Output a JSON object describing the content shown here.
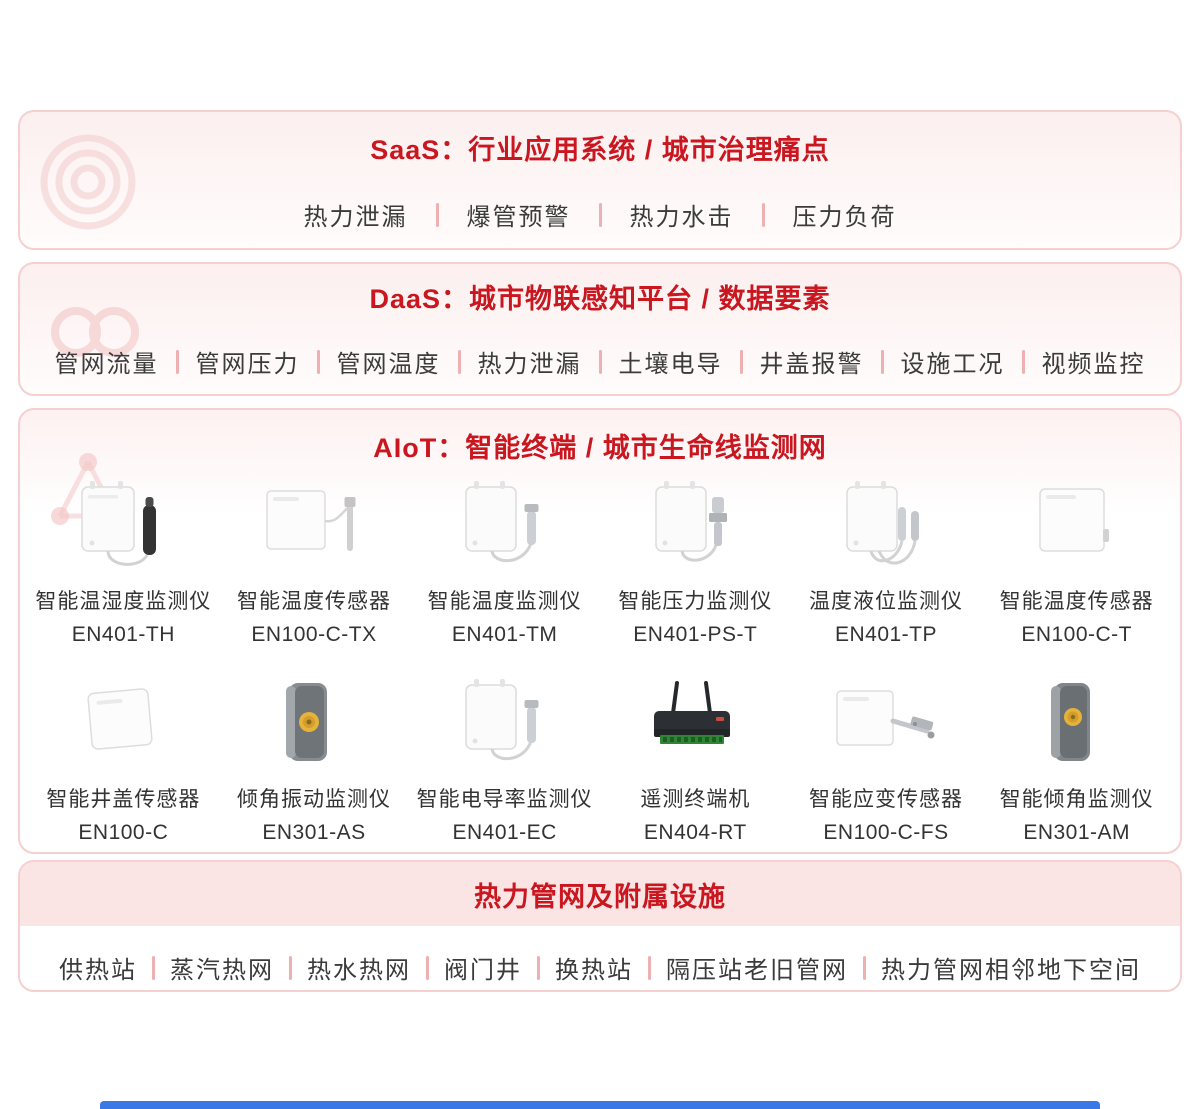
{
  "colors": {
    "accent_red": "#c9161f",
    "box_border_pink": "#f6cfcf",
    "box_bg_pink": "#fcefef",
    "header_band_pink": "#fae4e4",
    "separator_pink": "#eeb0b0",
    "text_dark": "#3b3b3b",
    "footer_bar_blue": "#3a78e7"
  },
  "icons": {
    "saas_watermark": "target-spiral-icon",
    "daas_watermark": "infinity-icon",
    "aiot_watermark": "network-nodes-icon"
  },
  "sections": {
    "saas": {
      "title": "SaaS：行业应用系统 / 城市治理痛点",
      "items": [
        "热力泄漏",
        "爆管预警",
        "热力水击",
        "压力负荷"
      ]
    },
    "daas": {
      "title": "DaaS：城市物联感知平台 / 数据要素",
      "items": [
        "管网流量",
        "管网压力",
        "管网温度",
        "热力泄漏",
        "土壤电导",
        "井盖报警",
        "设施工况",
        "视频监控"
      ]
    },
    "aiot": {
      "title": "AIoT：智能终端 / 城市生命线监测网",
      "products": [
        {
          "name": "智能温湿度监测仪",
          "model": "EN401-TH"
        },
        {
          "name": "智能温度传感器",
          "model": "EN100-C-TX"
        },
        {
          "name": "智能温度监测仪",
          "model": "EN401-TM"
        },
        {
          "name": "智能压力监测仪",
          "model": "EN401-PS-T"
        },
        {
          "name": "温度液位监测仪",
          "model": "EN401-TP"
        },
        {
          "name": "智能温度传感器",
          "model": "EN100-C-T"
        },
        {
          "name": "智能井盖传感器",
          "model": "EN100-C"
        },
        {
          "name": "倾角振动监测仪",
          "model": "EN301-AS"
        },
        {
          "name": "智能电导率监测仪",
          "model": "EN401-EC"
        },
        {
          "name": "遥测终端机",
          "model": "EN404-RT"
        },
        {
          "name": "智能应变传感器",
          "model": "EN100-C-FS"
        },
        {
          "name": "智能倾角监测仪",
          "model": "EN301-AM"
        }
      ]
    },
    "facilities": {
      "title": "热力管网及附属设施",
      "items": [
        "供热站",
        "蒸汽热网",
        "热水热网",
        "阀门井",
        "换热站",
        "隔压站老旧管网",
        "热力管网相邻地下空间"
      ]
    }
  }
}
